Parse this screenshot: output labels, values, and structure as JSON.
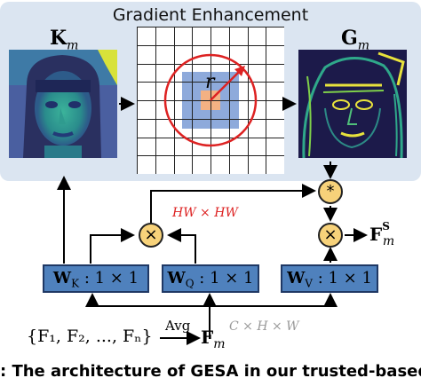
{
  "title": "Gradient Enhancement",
  "labels": {
    "k_main": "K",
    "k_sub": "m",
    "g_main": "G",
    "g_sub": "m",
    "radius": "r",
    "hwhw": "HW × HW",
    "output_main": "F",
    "output_sup": "S",
    "output_sub": "m",
    "avg": "Avg",
    "fm_main": "F",
    "fm_sub": "m",
    "chw": "C × H × W",
    "inputs": "{F₁, F₂, ..., Fₙ}"
  },
  "ops": {
    "wk_main": "W",
    "wk_sub": "K",
    "wk_rest": ": 1 × 1",
    "wq_main": "W",
    "wq_sub": "Q",
    "wq_rest": ": 1 × 1",
    "wv_main": "W",
    "wv_sub": "V",
    "wv_rest": ": 1 × 1",
    "mult": "×",
    "star": "*"
  },
  "bottom_caption": ": The architecture of GESA in our trusted-based",
  "colors": {
    "panel": "#dbe5f1",
    "op_box": "#4f81bd",
    "circle": "#f7d27a",
    "grid_blue": "#8eaadb",
    "grid_center": "#f4b183",
    "red": "#dd2222"
  }
}
